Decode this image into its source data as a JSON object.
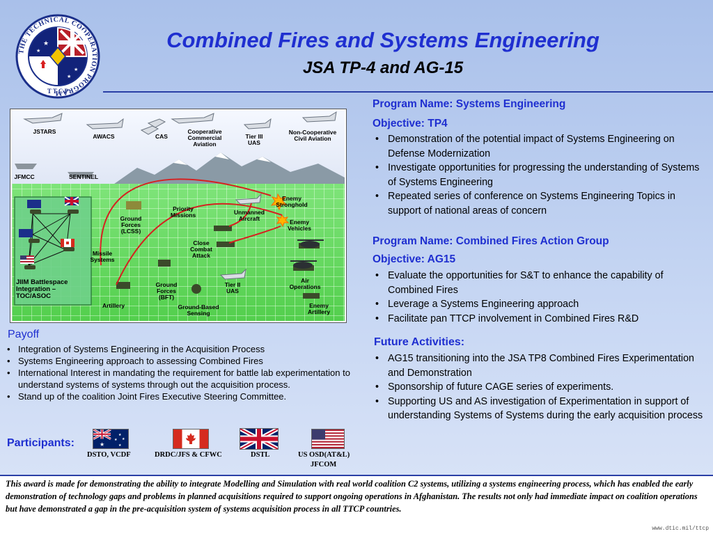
{
  "header": {
    "title": "Combined Fires and Systems Engineering",
    "subtitle": "JSA TP-4 and AG-15",
    "logo_text": "THE TECHNICAL COOPERATION PROGRAM",
    "logo_abbrev": "T T C P"
  },
  "program1": {
    "name": "Program Name: Systems Engineering",
    "objective": "Objective: TP4",
    "bullets": [
      "Demonstration of the potential impact of Systems Engineering on Defense Modernization",
      "Investigate opportunities for progressing the understanding of Systems of Systems Engineering",
      "Repeated series of conference on Systems Engineering Topics in support of national areas of concern"
    ]
  },
  "program2": {
    "name": "Program Name: Combined Fires Action Group",
    "objective": "Objective: AG15",
    "bullets": [
      "Evaluate the opportunities for S&T to enhance the capability of Combined Fires",
      "Leverage a Systems Engineering approach",
      "Facilitate pan TTCP involvement in Combined Fires R&D"
    ]
  },
  "future": {
    "title": "Future Activities:",
    "bullets": [
      "AG15 transitioning into the JSA TP8 Combined Fires Experimentation and Demonstration",
      "Sponsorship of future CAGE series of experiments.",
      "Supporting US and AS investigation of Experimentation in support of understanding Systems of Systems during the early acquisition process"
    ]
  },
  "payoff": {
    "title": "Payoff",
    "bullets": [
      "Integration of Systems Engineering in the Acquisition Process",
      "Systems Engineering approach to assessing Combined Fires",
      "International Interest in mandating the requirement for battle lab experimentation to understand systems of systems  through out the acquisition process.",
      "Stand up of the coalition Joint Fires Executive Steering Committee."
    ]
  },
  "diagram": {
    "labels": {
      "jstars": "JSTARS",
      "awacs": "AWACS",
      "cas": "CAS",
      "coop": "Cooperative Commercial Aviation",
      "tier3": "Tier III UAS",
      "noncoop": "Non-Cooperative Civil Aviation",
      "jfmcc": "JFMCC",
      "sentinel": "SENTINEL",
      "enemy_stronghold": "Enemy Stronghold",
      "unmanned": "Unmanned Aircraft",
      "enemy_vehicles": "Enemy Vehicles",
      "priority": "Priority Missions",
      "gf_lcss": "Ground Forces (LCSS)",
      "missile": "Missile Systems",
      "cca": "Close Combat Attack",
      "air_ops": "Air Operations",
      "jiim": "JIIM Battlespace Integration – TOC/ASOC",
      "gf_bft": "Ground Forces (BFT)",
      "tier2": "Tier II UAS",
      "artillery": "Artillery",
      "gbs": "Ground-Based Sensing",
      "enemy_artillery": "Enemy Artillery"
    }
  },
  "participants": {
    "label": "Participants:",
    "items": [
      {
        "country": "Australia",
        "org": "DSTO, VCDF"
      },
      {
        "country": "Canada",
        "org": "DRDC/JFS & CFWC"
      },
      {
        "country": "United Kingdom",
        "org": "DSTL"
      },
      {
        "country": "United States",
        "org": "US  OSD(AT&L)",
        "org2": "JFCOM"
      }
    ]
  },
  "footer": {
    "text": "This award is made for demonstrating the ability to integrate Modelling and Simulation with real world coalition C2 systems, utilizing a systems engineering process, which has enabled the early demonstration of technology gaps and problems in planned acquisitions required to support ongoing operations in Afghanistan. The results not only had immediate impact on coalition operations but have demonstrated a gap in the pre-acquisition system of systems acquisition process in all TTCP countries.",
    "url": "www.dtic.mil/ttcp"
  },
  "colors": {
    "accent_blue": "#1f2fd0",
    "background": "#b8cbef",
    "grid_green": "#3fd04a",
    "strike_red": "#d62020"
  }
}
